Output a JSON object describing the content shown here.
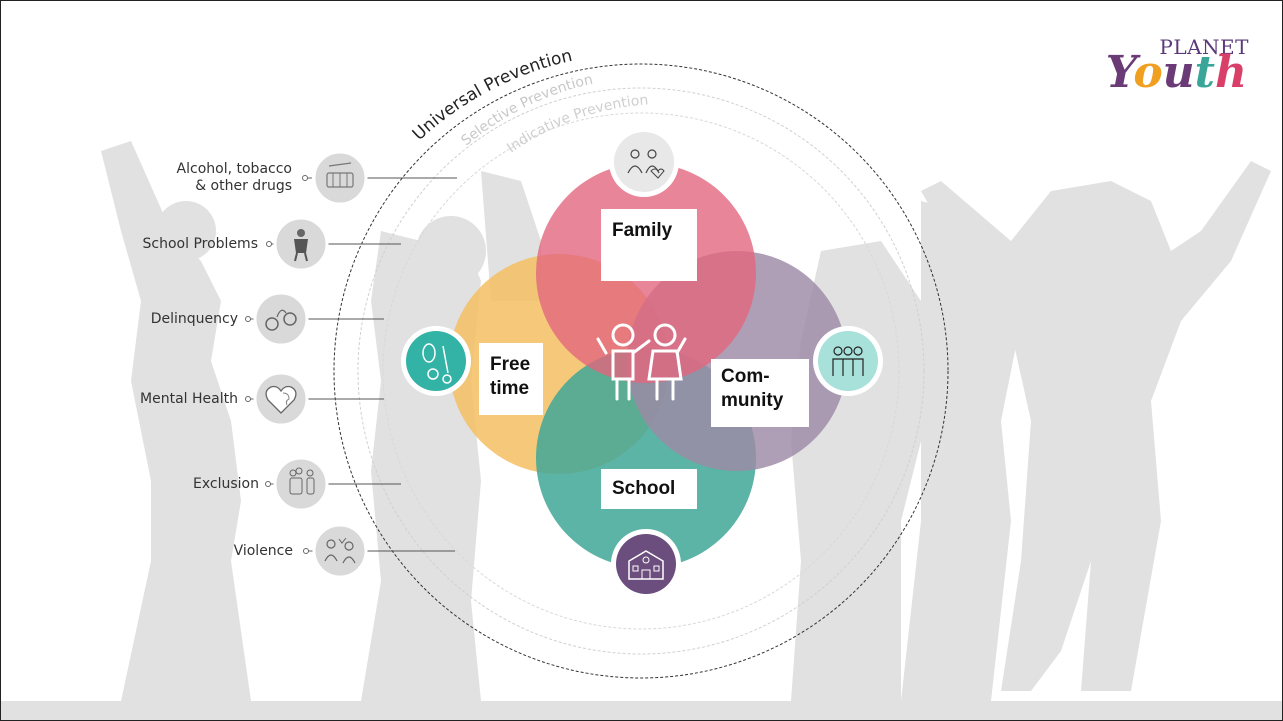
{
  "logo": {
    "line1": "PLANET",
    "line2": "Youth"
  },
  "rings": {
    "universal": "Universal Prevention",
    "selective": "Selective Prevention",
    "indicative": "Indicative Prevention"
  },
  "risk_factors": [
    {
      "label": "Alcohol, tobacco\n& other drugs",
      "icon": "drugs-icon"
    },
    {
      "label": "School Problems",
      "icon": "school-problems-icon"
    },
    {
      "label": "Delinquency",
      "icon": "handcuffs-icon"
    },
    {
      "label": "Mental Health",
      "icon": "brain-heart-icon"
    },
    {
      "label": "Exclusion",
      "icon": "exclusion-icon"
    },
    {
      "label": "Violence",
      "icon": "violence-icon"
    }
  ],
  "domains": {
    "family": {
      "label": "Family",
      "color": "#e2677e",
      "icon": "family-icon"
    },
    "free_time": {
      "label": "Free\ntime",
      "color": "#f3c061",
      "icon": "sports-icon",
      "icon_color": "#33b3a6"
    },
    "community": {
      "label": "Com-\nmunity",
      "color": "#9d8aa6",
      "icon": "community-icon",
      "icon_color": "#a8e0da"
    },
    "school": {
      "label": "School",
      "color": "#3fa796",
      "icon": "school-building-icon",
      "icon_color": "#6b4e7e"
    }
  },
  "center_icon": "children-icon"
}
